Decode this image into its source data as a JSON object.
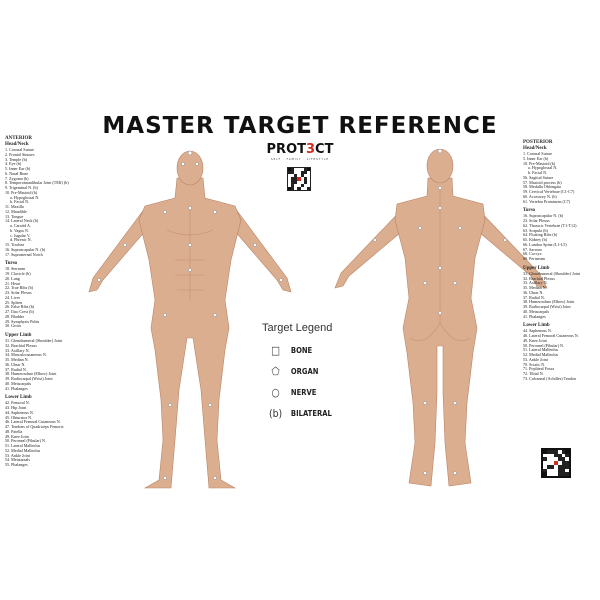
{
  "title": "MASTER TARGET REFERENCE",
  "brand": {
    "logo_pre": "PROT",
    "logo_mid": "3",
    "logo_post": "CT",
    "tagline": "SELF · FAMILY · LIFESTYLE",
    "accent": "#d42a1f"
  },
  "legend": {
    "title": "Target Legend",
    "items": [
      {
        "icon": "square-icon",
        "symbol": "□",
        "label": "BONE"
      },
      {
        "icon": "pentagon-icon",
        "symbol": "⬠",
        "label": "ORGAN"
      },
      {
        "icon": "circle-icon",
        "symbol": "○",
        "label": "NERVE"
      },
      {
        "icon": "bilateral-icon",
        "symbol": "(b)",
        "label": "BILATERAL"
      }
    ]
  },
  "anterior": {
    "view": "ANTERIOR",
    "sections": [
      {
        "title": "Head/Neck",
        "items": [
          "1. Coronal Suture",
          "2. Frontal Sinuses",
          "3. Temple (b)",
          "4. Eye (b)",
          "5. Inner Ear (b)",
          "6. Nasal Bone",
          "7. Zygoma (b)",
          "8. Temporomandibular Joint (TMJ) (b)",
          "9. Trigeminal N. (b)",
          "10. Pre-Mastoid (b)",
          "a. Hypoglossal N.",
          "b. Facial N.",
          "11. Maxilla",
          "12. Mandible",
          "13. Tongue",
          "14. Lateral Neck (b)",
          "a. Carotid A.",
          "b. Vagus N.",
          "c. Jugular V.",
          "d. Phrenic N.",
          "15. Trachea",
          "16. Suprascapular N. (b)",
          "17. Suprasternal Notch"
        ]
      },
      {
        "title": "Torso",
        "items": [
          "18. Sternum",
          "19. Clavicle (b)",
          "20. Lung",
          "21. Heart",
          "22. True Ribs (b)",
          "23. Solar Plexus",
          "24. Liver",
          "25. Spleen",
          "26. False Ribs (b)",
          "27. Iliac Crest (b)",
          "28. Bladder",
          "29. Symphysis Pubis",
          "30. Groin"
        ]
      },
      {
        "title": "Upper Limb",
        "items": [
          "31. Glenohumeral (Shoulder) Joint",
          "32. Brachial Plexus",
          "33. Axillary N.",
          "34. Musculocutaneous N.",
          "35. Median N.",
          "36. Ulnar N.",
          "37. Radial N.",
          "38. Humeroulnar (Elbow) Joint",
          "39. Radiocarpal (Wrist) Joint",
          "40. Metacarpals",
          "41. Phalanges"
        ]
      },
      {
        "title": "Lower Limb",
        "items": [
          "42. Femoral N.",
          "43. Hip Joint",
          "44. Saphenous N.",
          "45. Obturator N.",
          "46. Lateral Femoral Cutaneous N.",
          "47. Tendons of Quadriceps Femoris",
          "48. Patella",
          "49. Knee Joint",
          "50. Peroneal (Fibular) N.",
          "51. Lateral Malleolus",
          "52. Medial Malleolus",
          "53. Ankle Joint",
          "54. Metatarsals",
          "55. Phalanges"
        ]
      }
    ]
  },
  "posterior": {
    "view": "POSTERIOR",
    "sections": [
      {
        "title": "Head/Neck",
        "items": [
          "1. Coronal Suture",
          "5. Inner Ear (b)",
          "10. Pre-Mastoid (b)",
          "a. Hypoglossal N.",
          "b. Facial N.",
          "56. Sagittal Suture",
          "57. Mastoid process (b)",
          "58. Medulla Oblongata",
          "59. Cervical Vertebrae (C1-C7)",
          "60. Accessory N. (b)",
          "61. Vertebra Prominens (C7)"
        ]
      },
      {
        "title": "Torso",
        "items": [
          "16. Suprascapular N. (b)",
          "23. Solar Plexus",
          "62. Thoracic Vertebrae (T1-T12)",
          "63. Scapula (b)",
          "64. Floating Ribs (b)",
          "65. Kidney (b)",
          "66. Lumbar Spine (L1-L5)",
          "67. Sacrum",
          "68. Coccyx",
          "69. Perineum"
        ]
      },
      {
        "title": "Upper Limb",
        "items": [
          "31. Glenohumeral (Shoulder) Joint",
          "32. Brachial Plexus",
          "33. Axillary N.",
          "35. Median N.",
          "36. Ulnar N.",
          "37. Radial N.",
          "38. Humeroulnar (Elbow) Joint",
          "39. Radiocarpal (Wrist) Joint",
          "40. Metacarpals",
          "41. Phalanges"
        ]
      },
      {
        "title": "Lower Limb",
        "items": [
          "44. Saphenous N.",
          "46. Lateral Femoral Cutaneous N.",
          "49. Knee Joint",
          "50. Peroneal (Fibular) N.",
          "51. Lateral Malleolus",
          "52. Medial Malleolus",
          "53. Ankle Joint",
          "70. Sciatic N.",
          "71. Popliteal Fossa",
          "72. Tibial N.",
          "73. Calcaneal (Achilles) Tendon"
        ]
      }
    ]
  },
  "colors": {
    "skin": "#dcae90",
    "skin_shade": "#c48f70",
    "marker": "#ffffff"
  }
}
